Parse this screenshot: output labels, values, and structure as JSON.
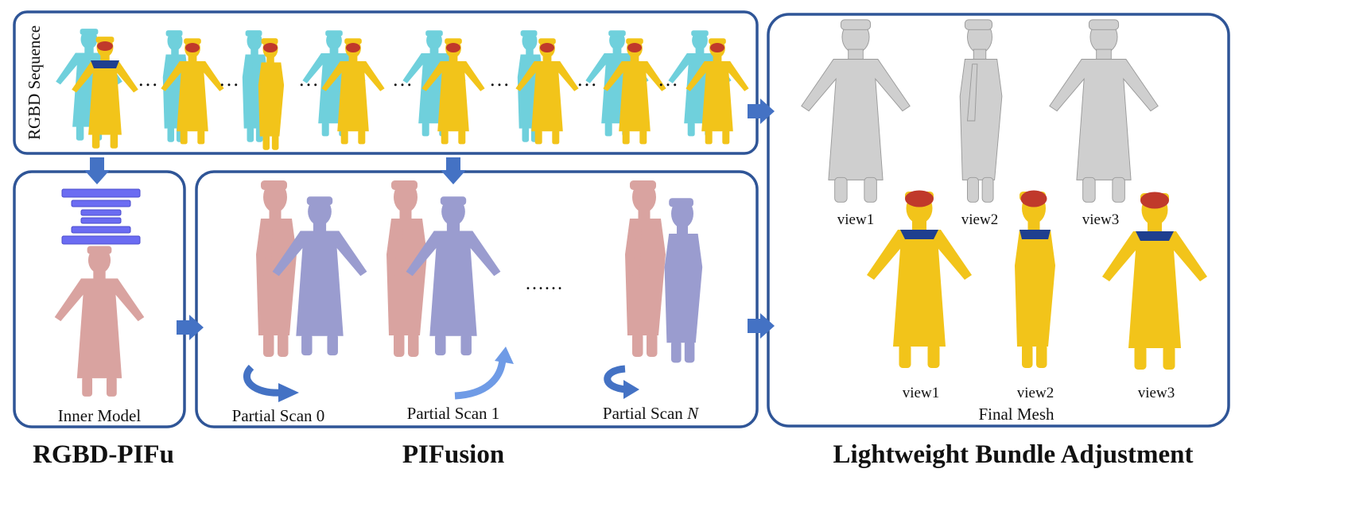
{
  "panels": {
    "rgbd_sequence": {
      "label": "RGBD Sequence",
      "ellipsis": "…"
    },
    "rgbd_pifu": {
      "label": "Inner Model",
      "caption": "RGBD-PIFu"
    },
    "pifusion": {
      "caption": "PIFusion",
      "ellipsis": "……",
      "scans": [
        {
          "label": "Partial Scan 0"
        },
        {
          "label": "Partial Scan 1"
        },
        {
          "label_prefix": "Partial Scan ",
          "label_index": "N"
        }
      ]
    },
    "bundle_adjustment": {
      "caption": "Lightweight Bundle Adjustment",
      "label": "Final Mesh",
      "gray_views": [
        "view1",
        "view2",
        "view3"
      ],
      "color_views": [
        "view1",
        "view2",
        "view3"
      ]
    }
  },
  "colors": {
    "border": "#2f5597",
    "arrow": "#4472c4",
    "arrow_light": "#6f9be6",
    "cyan_figure": "#6fd0dc",
    "robe_yellow": "#f2c41a",
    "collar_blue": "#1f3f8f",
    "hat_red": "#c0392b",
    "pink_mesh": "#d9a3a0",
    "purple_mesh": "#9a9ccf",
    "gray_mesh": "#cfcfcf",
    "network_blue": "#6b6cf2"
  }
}
